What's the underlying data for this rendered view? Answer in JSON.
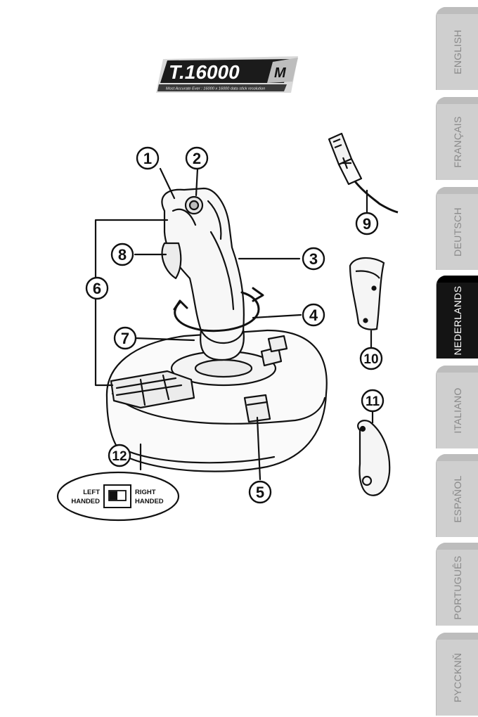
{
  "logo": {
    "title": "T.16000",
    "suffix": "M",
    "subtitle": "Most Accurate Ever : 16000 x 16000 data stick resolution"
  },
  "callouts": {
    "c1": "1",
    "c2": "2",
    "c3": "3",
    "c4": "4",
    "c5": "5",
    "c6": "6",
    "c7": "7",
    "c8": "8",
    "c9": "9",
    "c10": "10",
    "c11": "11",
    "c12": "12"
  },
  "handed_switch": {
    "left_line1": "LEFT",
    "left_line2": "HANDED",
    "right_line1": "RIGHT",
    "right_line2": "HANDED"
  },
  "language_tabs": [
    {
      "label": "ENGLISH"
    },
    {
      "label": "FRANÇAIS"
    },
    {
      "label": "DEUTSCH"
    },
    {
      "label": "NEDERLANDS"
    },
    {
      "label": "ITALIANO"
    },
    {
      "label": "ESPAÑOL"
    },
    {
      "label": "PORTUGUÊS"
    },
    {
      "label": "PYCCKNŇ"
    }
  ],
  "active_tab": "NEDERLANDS",
  "colors": {
    "active_tab": "#141414",
    "inactive_tab": "#cfcfcf",
    "inactive_text": "#8a8a8a"
  }
}
